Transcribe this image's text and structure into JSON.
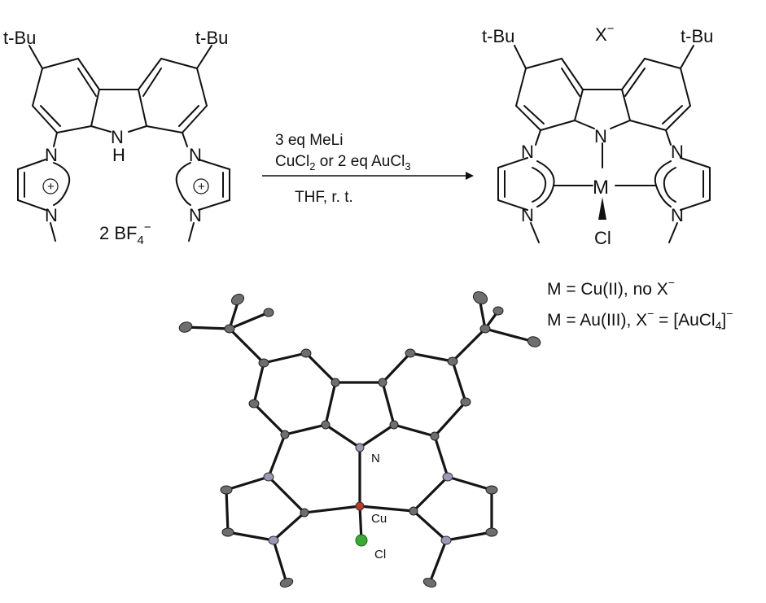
{
  "scheme": {
    "left": {
      "tbu_left": "t-Bu",
      "tbu_right": "t-Bu",
      "nh_n": "N",
      "nh_h": "H",
      "n_left_top": "N",
      "n_left_bottom": "N",
      "n_right_top": "N",
      "n_right_bottom": "N",
      "plus_left": "+",
      "plus_right": "+",
      "counterion": "2 BF",
      "counterion_sub": "4",
      "counterion_sup": "−"
    },
    "arrow": {
      "line1": "3 eq MeLi",
      "line2_a": "CuCl",
      "line2_sub": "2",
      "line2_b": " or 2 eq AuCl",
      "line2_sub2": "3",
      "line3": "THF, r. t."
    },
    "right": {
      "tbu_left": "t-Bu",
      "tbu_right": "t-Bu",
      "anion": "X",
      "anion_sup": "−",
      "n_center": "N",
      "metal": "M",
      "chloride": "Cl",
      "n_left_top": "N",
      "n_left_bottom": "N",
      "n_right_top": "N",
      "n_right_bottom": "N"
    },
    "legend": {
      "line1_a": "M = Cu(II), no X",
      "line1_sup": "−",
      "line2_a": "M = Au(III), X",
      "line2_sup": "−",
      "line2_b": " = [AuCl",
      "line2_sub": "4",
      "line2_c": "]",
      "line2_sup2": "−"
    }
  },
  "crystal": {
    "label_n": "N",
    "label_cu": "Cu",
    "label_cl": "Cl"
  },
  "colors": {
    "carbon": "#6e6e6e",
    "nitrogen": "#9a9ab8",
    "copper": "#c0392b",
    "chlorine": "#3aaa35"
  }
}
